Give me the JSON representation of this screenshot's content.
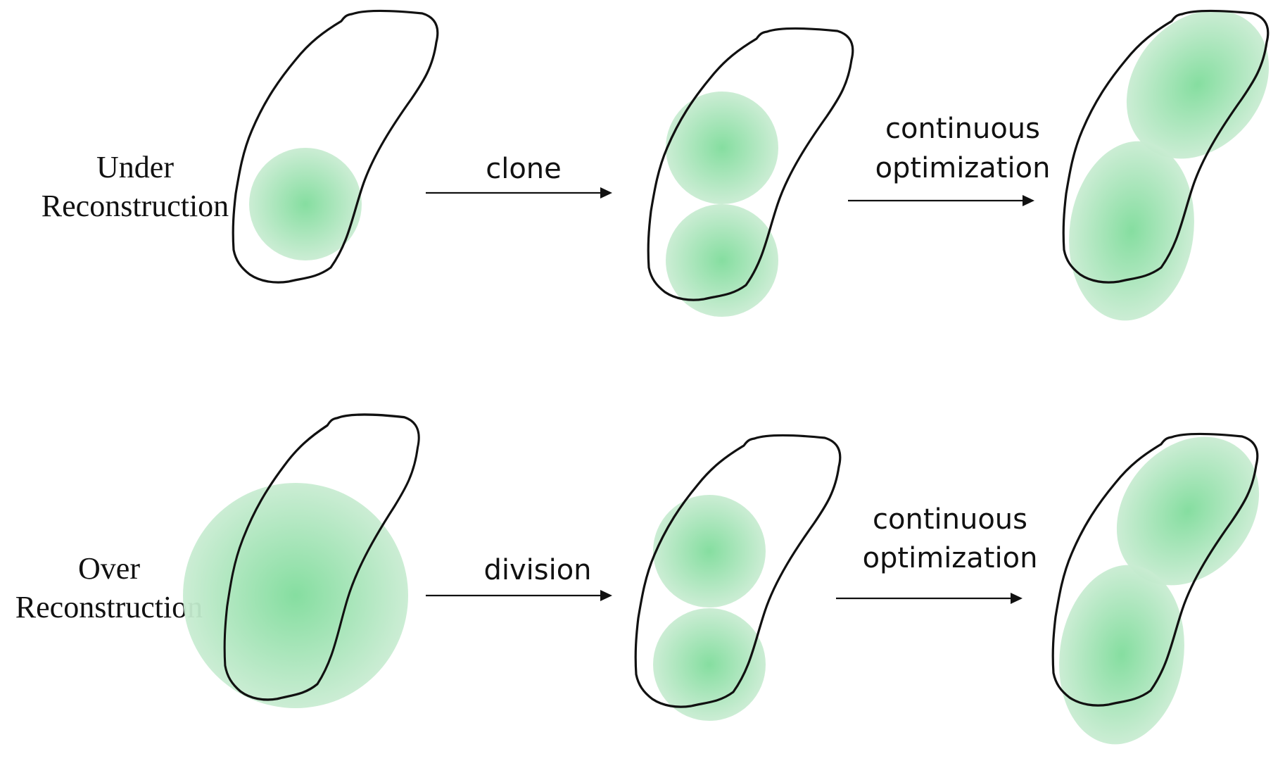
{
  "colors": {
    "gaussian_center": "#7fdc9b",
    "gaussian_edge": "#c9ecd2",
    "outline": "#111111"
  },
  "rows": [
    {
      "case_label_line1": "Under",
      "case_label_line2": "Reconstruction",
      "operation_label": "clone",
      "optimization_label_line1": "continuous",
      "optimization_label_line2": "optimization"
    },
    {
      "case_label_line1": "Over",
      "case_label_line2": "Reconstruction",
      "operation_label": "division",
      "optimization_label_line1": "continuous",
      "optimization_label_line2": "optimization"
    }
  ]
}
